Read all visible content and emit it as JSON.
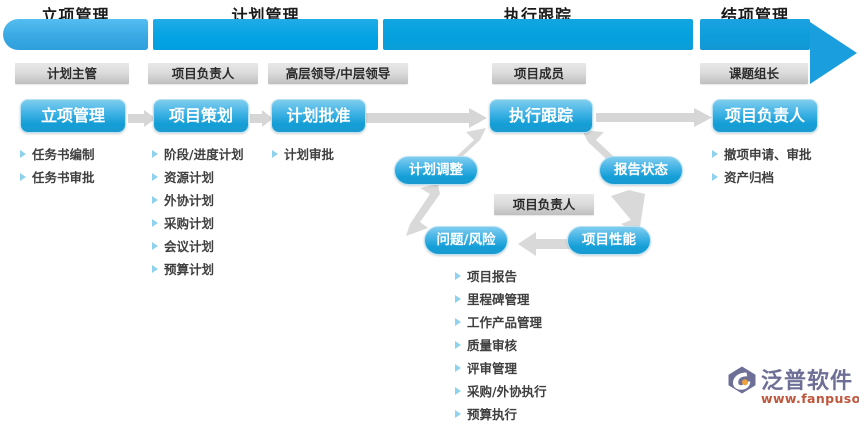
{
  "banner": {
    "phases": [
      {
        "title": "立项管理",
        "color": "#3aa9e4"
      },
      {
        "title": "计划管理",
        "color": "#05a3e3"
      },
      {
        "title": "执行跟踪",
        "color": "#04a1de"
      },
      {
        "title": "结项管理",
        "color": "#0e9ddc"
      }
    ]
  },
  "roles": {
    "plan_supervisor": "计划主管",
    "project_owner": "项目负责人",
    "senior_middle_leader": "高层领导/中层领导",
    "project_member": "项目成员",
    "team_leader": "课题组长",
    "cycle_owner": "项目负责人"
  },
  "nodes": {
    "initiation": "立项管理",
    "planning": "项目策划",
    "plan_approval": "计划批准",
    "execution_tracking": "执行跟踪",
    "closing_owner": "项目负责人",
    "plan_adjustment": "计划调整",
    "report_status": "报告状态",
    "project_performance": "项目性能",
    "issue_risk": "问题/风险"
  },
  "lists": {
    "initiation": [
      "任务书编制",
      "任务书审批"
    ],
    "planning": [
      "阶段/进度计划",
      "资源计划",
      "外协计划",
      "采购计划",
      "会议计划",
      "预算计划"
    ],
    "plan_approval": [
      "计划审批"
    ],
    "execution": [
      "项目报告",
      "里程碑管理",
      "工作产品管理",
      "质量审核",
      "评审管理",
      "采购/外协执行",
      "预算执行"
    ],
    "closing": [
      "撤项申请、审批",
      "资产归档"
    ]
  },
  "logo": {
    "name": "泛普软件",
    "url": "www.fanpusoft.com"
  },
  "colors": {
    "node_blue": "#139ed6",
    "bullet_blue": "#8fd2ee",
    "role_gray": "#dcdcdc",
    "connector_gray": "#d2d2d2",
    "logo_text": "#6d6f96",
    "logo_url": "#c0563c"
  }
}
